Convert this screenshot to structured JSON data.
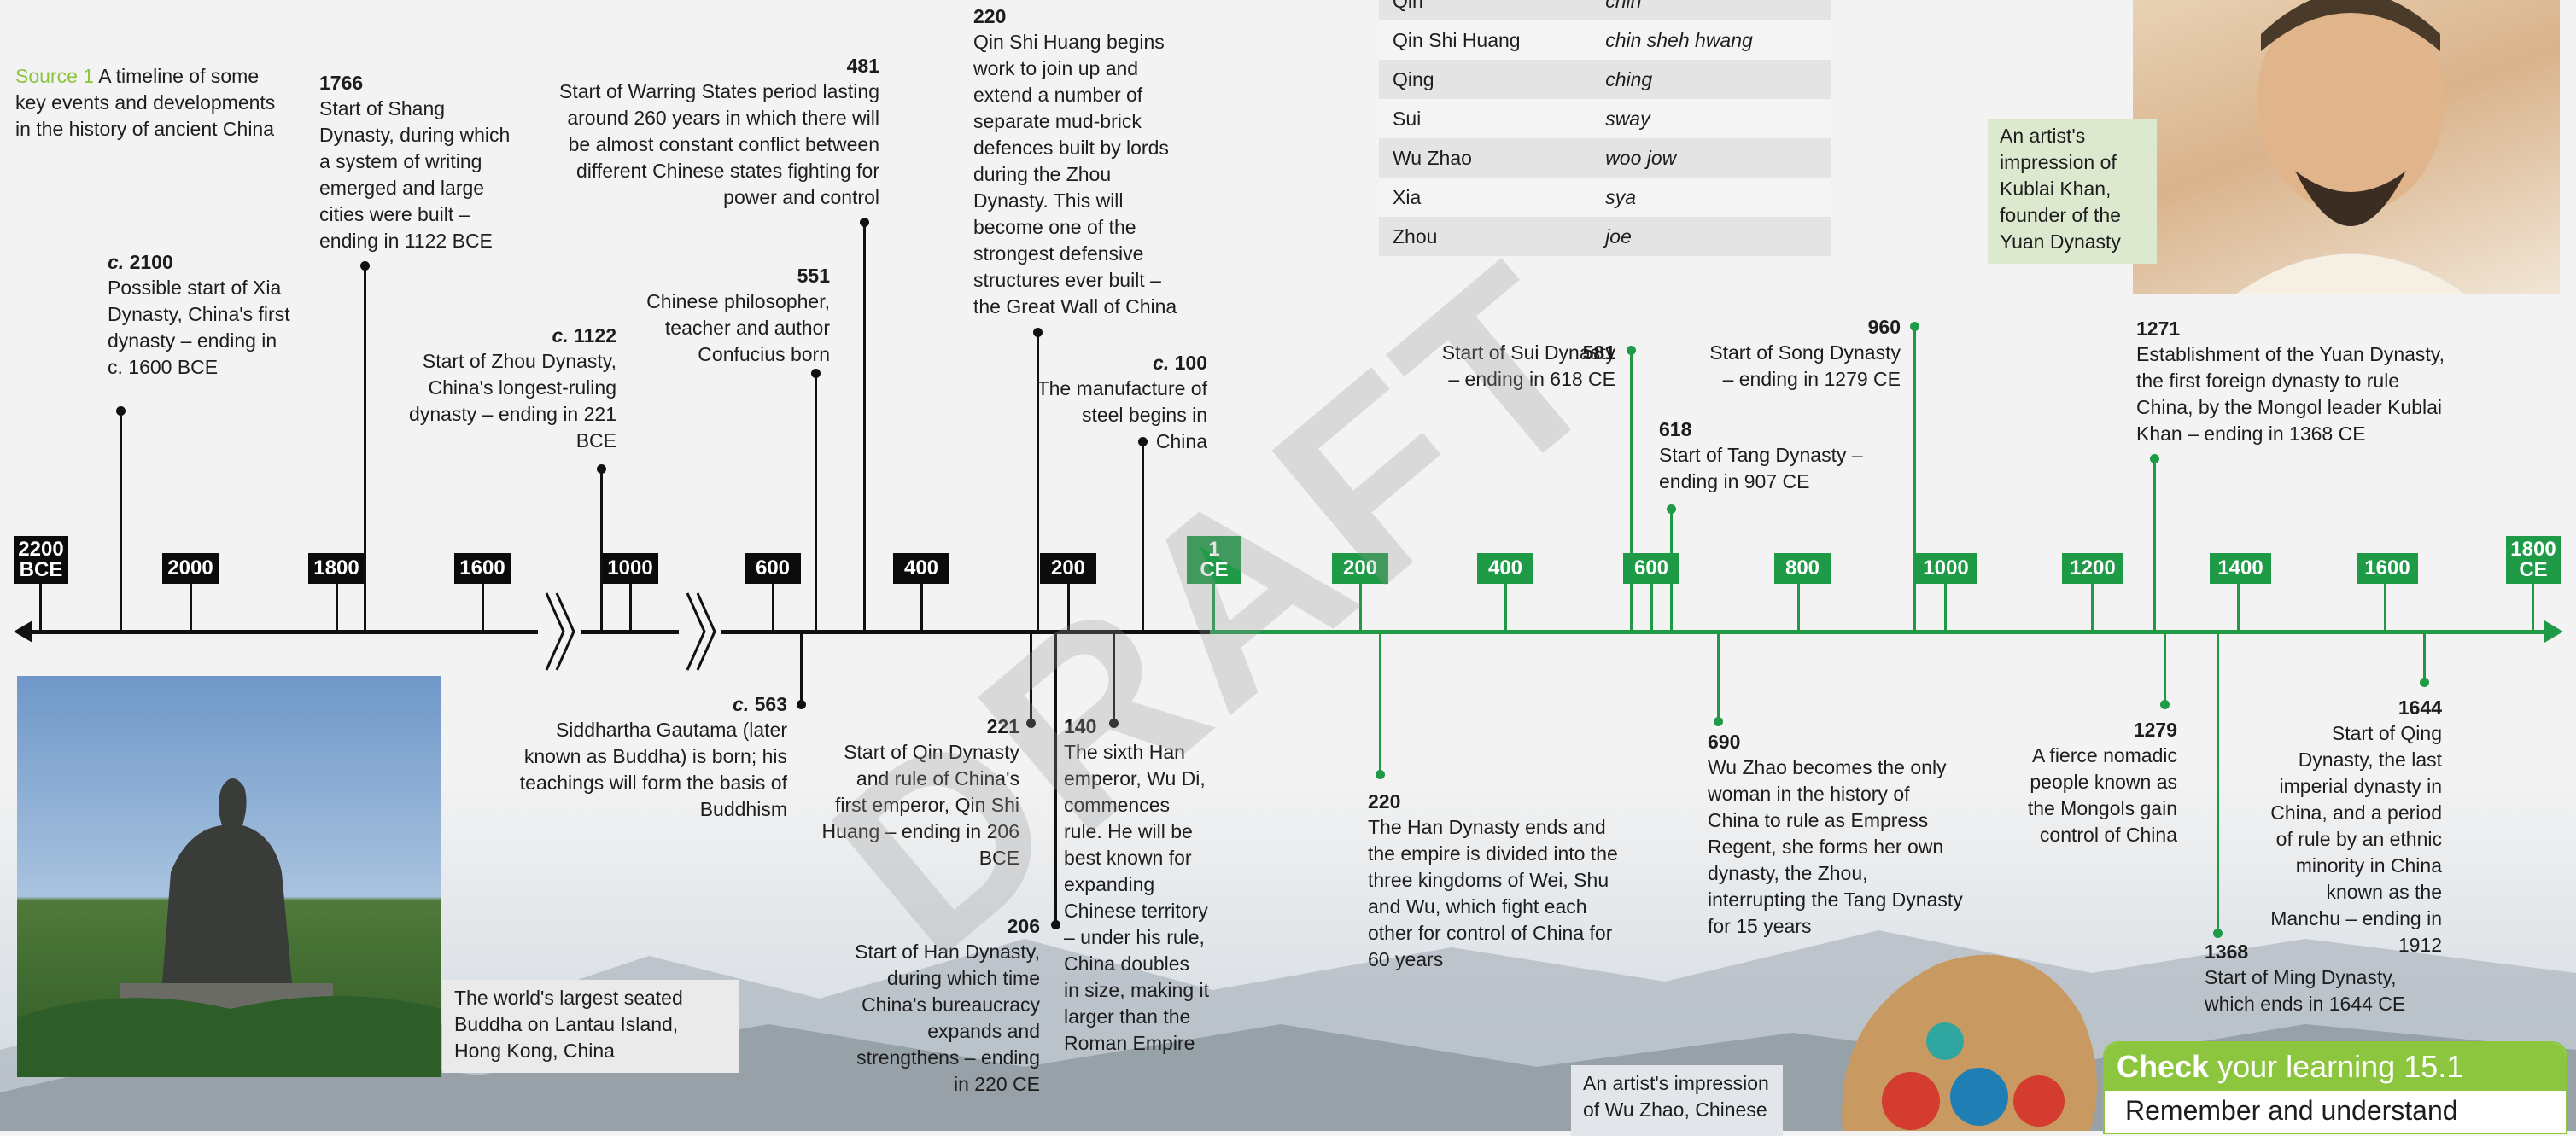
{
  "source_caption": {
    "label": "Source 1",
    "text": "A timeline of some key events and developments in the history of ancient China"
  },
  "pronunciation_rows": [
    {
      "name": "Qin",
      "say": "chin"
    },
    {
      "name": "Qin Shi Huang",
      "say": "chin sheh hwang"
    },
    {
      "name": "Qing",
      "say": "ching"
    },
    {
      "name": "Sui",
      "say": "sway"
    },
    {
      "name": "Wu Zhao",
      "say": "woo jow"
    },
    {
      "name": "Xia",
      "say": "sya"
    },
    {
      "name": "Zhou",
      "say": "joe"
    }
  ],
  "axis_labels": {
    "bce": [
      "2200 BCE",
      "2000",
      "1800",
      "1600",
      "1000",
      "600",
      "400",
      "200"
    ],
    "ce": [
      "1 CE",
      "200",
      "400",
      "600",
      "800",
      "1000",
      "1200",
      "1400",
      "1600",
      "1800 CE"
    ]
  },
  "events": {
    "e2100": {
      "year_prefix": "c.",
      "year": "2100",
      "text": "Possible start of Xia Dynasty, China's first dynasty – ending in c. 1600 BCE"
    },
    "e1766": {
      "year": "1766",
      "text": "Start of Shang Dynasty, during which a system of writing emerged and large cities were built – ending in 1122 BCE"
    },
    "e1122": {
      "year_prefix": "c.",
      "year": "1122",
      "text": "Start of Zhou Dynasty, China's longest-ruling dynasty – ending in 221 BCE"
    },
    "e551": {
      "year": "551",
      "text": "Chinese philosopher, teacher and author Confucius born"
    },
    "e481": {
      "year": "481",
      "text": "Start of Warring States period lasting around 260 years in which there will be almost constant conflict between different Chinese states fighting for power and control"
    },
    "e220bce": {
      "year": "220",
      "text": "Qin Shi Huang begins work to join up and extend a number of separate mud-brick defences built by lords during the Zhou Dynasty. This will become one of the strongest defensive structures ever built – the Great Wall of China"
    },
    "e100": {
      "year_prefix": "c.",
      "year": "100",
      "text": "The manufacture of steel begins in China"
    },
    "e563": {
      "year_prefix": "c.",
      "year": "563",
      "text": "Siddhartha Gautama (later known as Buddha) is born; his teachings will form the basis of Buddhism"
    },
    "e221": {
      "year": "221",
      "text": "Start of Qin Dynasty and rule of China's first emperor, Qin Shi Huang – ending in 206 BCE"
    },
    "e140": {
      "year": "140",
      "text": "The sixth Han emperor, Wu Di, commences rule. He will be best known for expanding Chinese territory – under his rule, China doubles in size, making it larger than the Roman Empire"
    },
    "e206": {
      "year": "206",
      "text": "Start of Han Dynasty, during which time China's bureaucracy expands and strengthens – ending in 220 CE"
    },
    "e581": {
      "year": "581",
      "text": "Start of Sui Dynasty – ending in 618 CE"
    },
    "e618": {
      "year": "618",
      "text": "Start of Tang Dynasty – ending in 907 CE"
    },
    "e960": {
      "year": "960",
      "text": "Start of Song Dynasty – ending in 1279 CE"
    },
    "e1271": {
      "year": "1271",
      "text": "Establishment of the Yuan Dynasty, the first foreign dynasty to rule China, by the Mongol leader Kublai Khan – ending in 1368 CE"
    },
    "e220ce": {
      "year": "220",
      "text": "The Han Dynasty ends and the empire is divided into the three kingdoms of Wei, Shu and Wu, which fight each other for control of China for 60 years"
    },
    "e690": {
      "year": "690",
      "text": "Wu Zhao becomes the only woman in the history of China to rule as Empress Regent, she forms her own dynasty, the Zhou, interrupting the Tang Dynasty for 15 years"
    },
    "e1279": {
      "year": "1279",
      "text": "A fierce nomadic people known as the Mongols gain control of China"
    },
    "e1368": {
      "year": "1368",
      "text": "Start of Ming Dynasty, which ends in 1644 CE"
    },
    "e1644": {
      "year": "1644",
      "text": "Start of Qing Dynasty, the last imperial dynasty in China, and a period of rule by an ethnic minority in China known as the Manchu – ending in 1912"
    }
  },
  "captions": {
    "buddha": "The world's largest seated Buddha on Lantau Island, Hong Kong, China",
    "kublai": "An artist's impression of Kublai Khan, founder of the Yuan Dynasty",
    "wuzhao": "An artist's impression of Wu Zhao, Chinese ..."
  },
  "check_box": {
    "bold": "Check",
    "rest": "your learning 15.1",
    "subheading": "Remember and understand"
  },
  "watermark": "DRAFT",
  "colors": {
    "green": "#1f9a47",
    "caption_green": "#8cc63f",
    "black": "#0b0b0b",
    "check_green": "#8cc63f"
  }
}
